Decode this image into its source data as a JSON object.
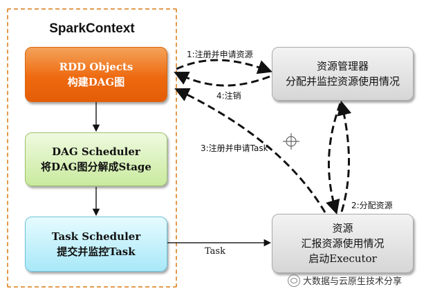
{
  "container": {
    "title": "SparkContext"
  },
  "boxes": {
    "rdd": {
      "line1": "RDD Objects",
      "line2": "构建DAG图"
    },
    "dag_scheduler": {
      "line1": "DAG Scheduler",
      "line2": "将DAG图分解成Stage"
    },
    "task_scheduler": {
      "line1": "Task Scheduler",
      "line2": "提交并监控Task"
    },
    "resource_manager": {
      "line1": "资源管理器",
      "line2": "分配并监控资源使用情况"
    },
    "resource": {
      "line1": "资源",
      "line2": "汇报资源使用情况",
      "line3": "启动Executor"
    }
  },
  "edges": {
    "register": "1:注册并申请资源",
    "allocate": "2:分配资源",
    "register_task": "3:注册并申请Task",
    "unregister": "4:注销",
    "task": "Task"
  },
  "colors": {
    "container_border": "#e39a4b",
    "rdd": "#ee6a10",
    "dag_scheduler": "#c9ea9e",
    "task_scheduler": "#a8e8f8",
    "resource": "#d6d6d6"
  },
  "watermark": {
    "text": "大数据与云原生技术分享",
    "icon": "wechat-icon"
  }
}
